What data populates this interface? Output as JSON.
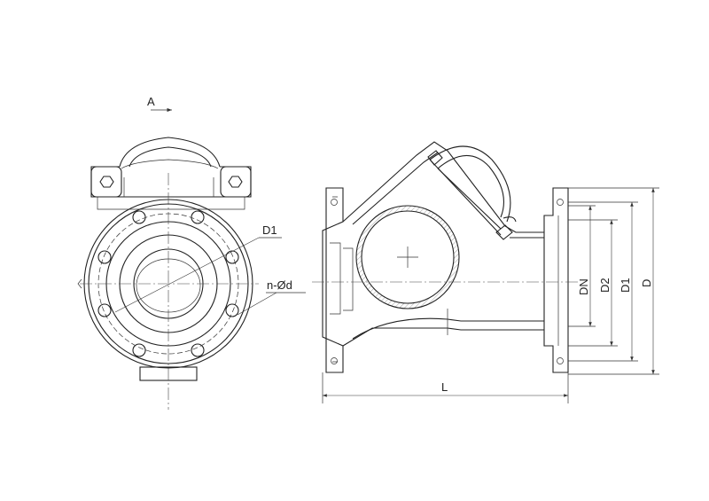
{
  "view_marker": "A",
  "labels": {
    "dn": "DN",
    "d2": "D2",
    "d1": "D1",
    "d": "D",
    "length": "L",
    "bolt_circle": "D1",
    "bolt_holes": "n-Ød"
  },
  "colors": {
    "line": "#222222",
    "background": "#ffffff"
  }
}
